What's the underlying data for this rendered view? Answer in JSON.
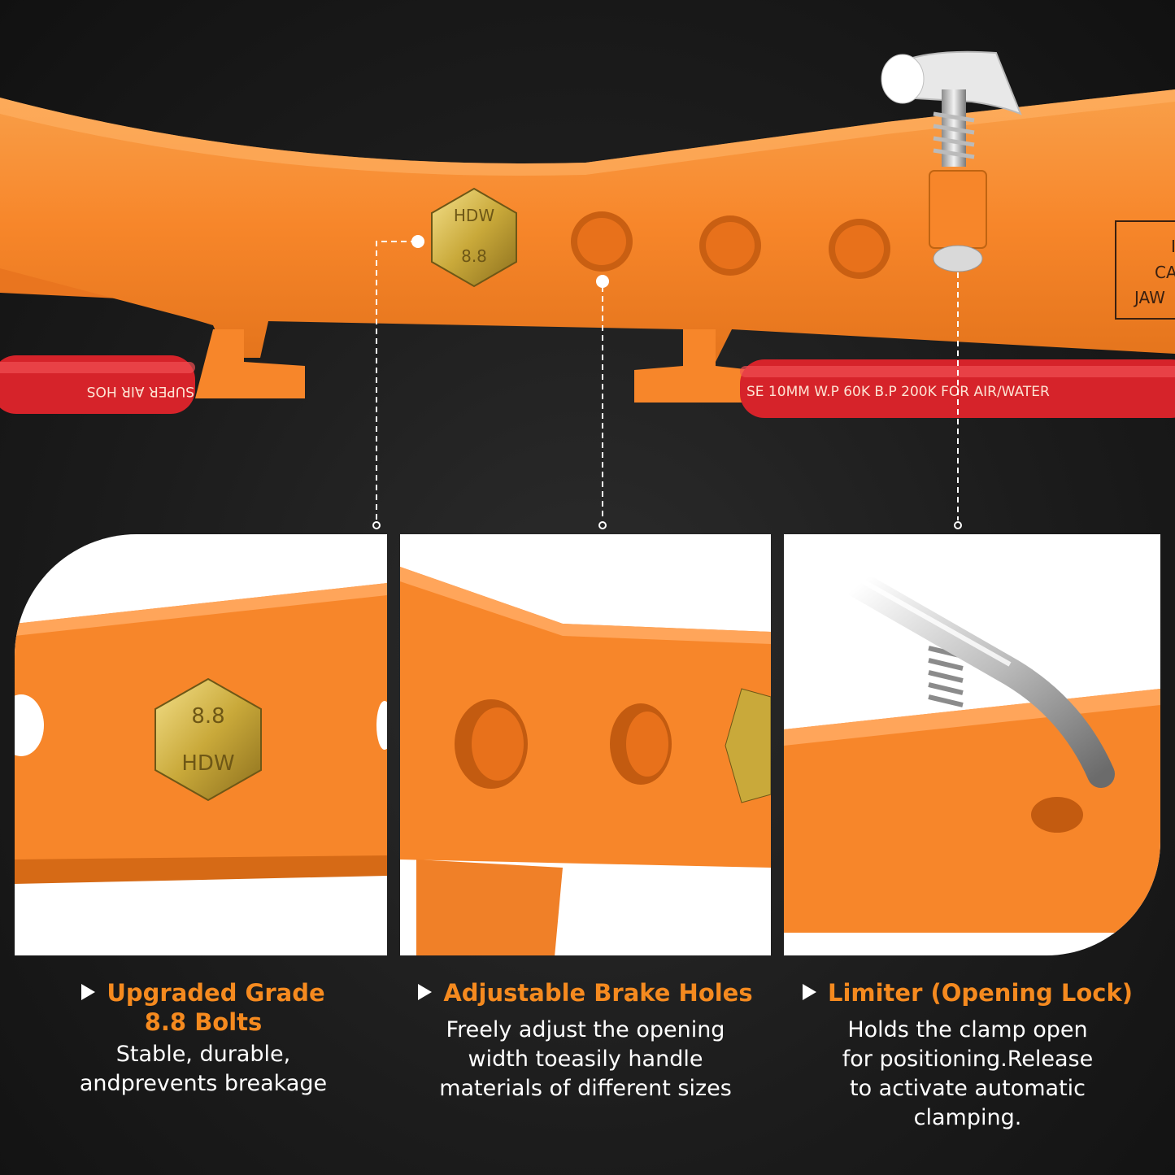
{
  "hero": {
    "bolt_marking_line1": "HDW",
    "bolt_marking_line2": "8.8",
    "hose_text_left": "SUPER AIR HOS",
    "hose_text_right": "SE 10MM W.P 60K B.P 200K FOR AIR/WATER",
    "label_box_lines": [
      "I",
      "CA",
      "JAW"
    ]
  },
  "features": [
    {
      "title_line1": "Upgraded Grade",
      "title_line2": "8.8 Bolts",
      "description_lines": [
        "Stable, durable,",
        "andprevents breakage"
      ],
      "bolt_marking_line1": "8.8",
      "bolt_marking_line2": "HDW"
    },
    {
      "title_line1": "Adjustable Brake Holes",
      "description_lines": [
        "Freely adjust the opening",
        "width toeasily handle",
        "materials of different sizes"
      ]
    },
    {
      "title_line1": "Limiter (Opening Lock)",
      "description_lines": [
        "Holds the clamp open",
        "for positioning.Release",
        "to activate automatic",
        "clamping."
      ]
    }
  ],
  "colors": {
    "orange": "#f7862a",
    "accent_text": "#f58a1f",
    "hose_red": "#d6232a",
    "background": "#1c1c1c"
  },
  "icons": [
    "play-triangle-icon",
    "hex-bolt-icon",
    "spring-pin-icon"
  ]
}
